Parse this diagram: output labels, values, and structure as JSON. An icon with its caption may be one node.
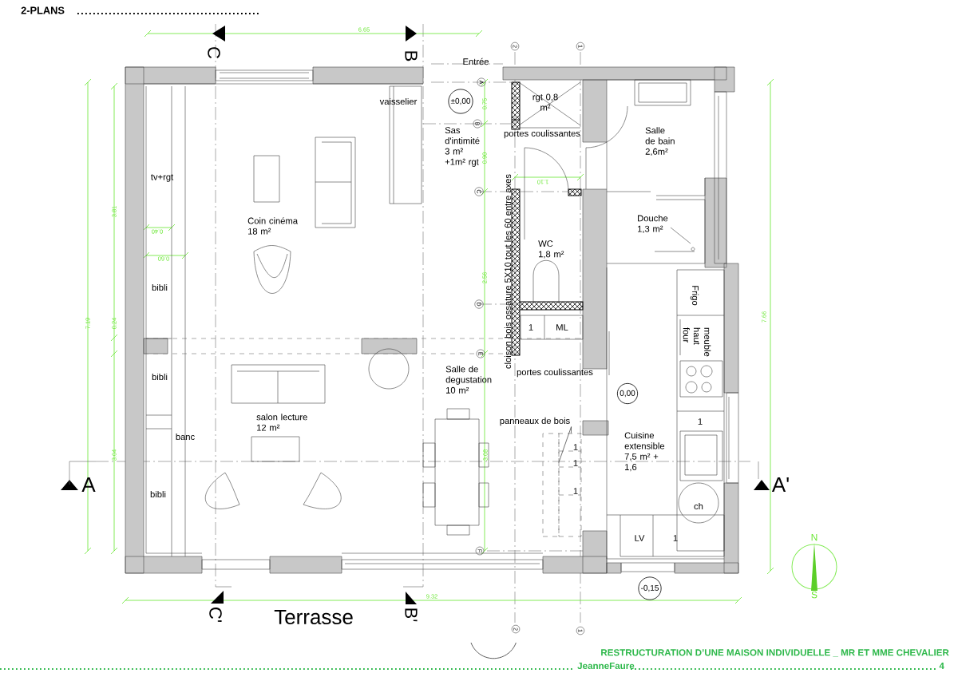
{
  "diagram": {
    "title": "2-PLANS",
    "nodes": [
      {
        "text": [
          "panneaux de bois"
        ]
      },
      {
        "text": [],
        "shape": "box"
      },
      {
        "text": [],
        "shape": "box"
      }
    ],
    "edges": [
      {
        "from": 0,
        "to": 1,
        "arrow": "none"
      },
      {
        "from": 0,
        "to": 2,
        "arrow": "none"
      }
    ],
    "labels": [
      "6.65",
      "C",
      "B",
      "Entrée",
      "2",
      "1",
      "A",
      "vaisselier",
      "±0,00",
      "rgt 0,8 m²",
      "0.75",
      "B",
      "Sas d'intimité 3 m² +1m² rgt",
      "Salle de bain 2,6m²",
      "portes coulissantes",
      "0.90",
      "tv+rgt",
      "1.10",
      "C",
      "3.81",
      "Coin cinéma 18 m²",
      "Douche 1,3 m²",
      "0.40",
      "WC 1,8 m²",
      "0.60",
      "cloison bois ossature 5X10 tout les 60 entre axes",
      "2.56",
      "bibli",
      "Frigo",
      "D",
      "7.19",
      "0.24",
      "7.66",
      "1",
      "ML",
      "meuble haut four",
      "E",
      "Salle de degustation 10 m²",
      "portes coulissantes",
      "bibli",
      "0,00",
      "salon lecture 12 m²",
      "1",
      "Cuisine extensible 7,5 m² + 1,6",
      "banc",
      "1",
      "3.04",
      "3.08",
      "1",
      "A",
      "A'",
      "1",
      "bibli",
      "ch",
      "LV",
      "1",
      "N",
      "F",
      "-0,15",
      "S",
      "9.32",
      "C'",
      "Terrasse",
      "B'",
      "2",
      "1",
      "RESTRUCTURATION D’UNE MAISON INDIVIDUELLE _ MR ET MME CHEVALIER",
      "JeanneFaure",
      "4"
    ]
  }
}
